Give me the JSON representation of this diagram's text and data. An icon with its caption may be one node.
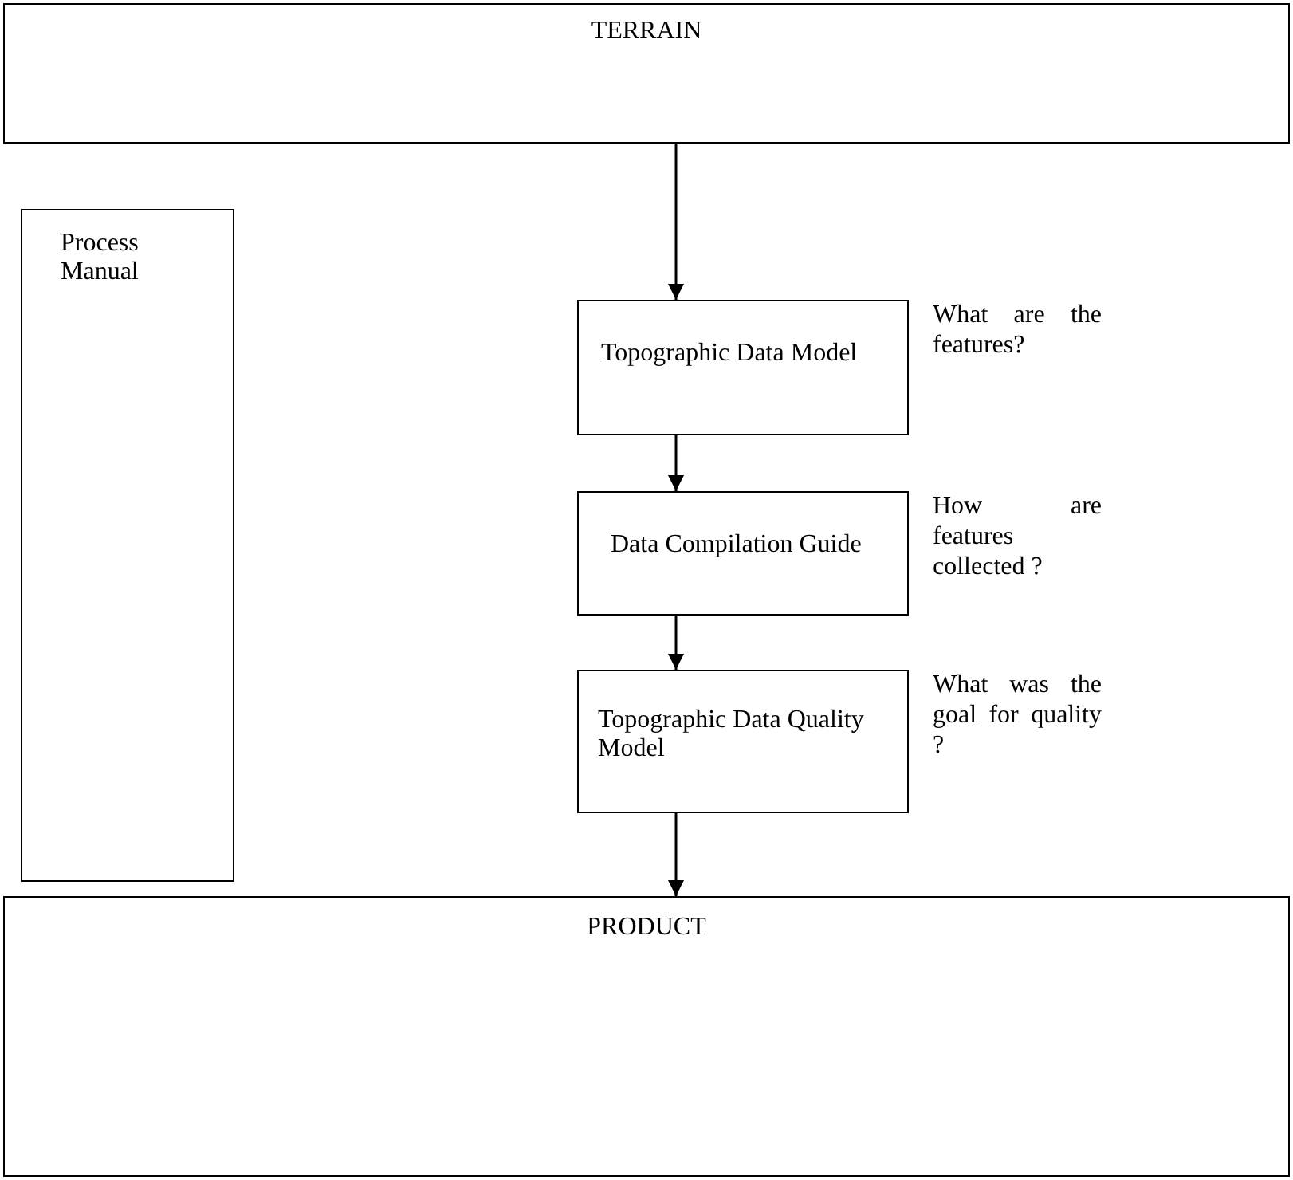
{
  "diagram": {
    "nodes": [
      {
        "text": [
          "TERRAIN"
        ]
      },
      {
        "text": [
          "Process Manual"
        ]
      },
      {
        "text": [
          "Topographic Data Model"
        ],
        "beside": [
          "What are the features?"
        ]
      },
      {
        "text": [
          "Data Compilation Guide"
        ],
        "beside": [
          "How are features collected ?"
        ]
      },
      {
        "text": [
          "Topographic Data Quality Model"
        ],
        "beside": [
          "What was the goal for quality ?"
        ]
      },
      {
        "text": [
          "PRODUCT"
        ]
      }
    ],
    "edges": [
      {
        "from": 0,
        "to": 2,
        "arrow": "to"
      },
      {
        "from": 2,
        "to": 3,
        "arrow": "to"
      },
      {
        "from": 3,
        "to": 4,
        "arrow": "to"
      },
      {
        "from": 4,
        "to": 5,
        "arrow": "to"
      }
    ]
  }
}
